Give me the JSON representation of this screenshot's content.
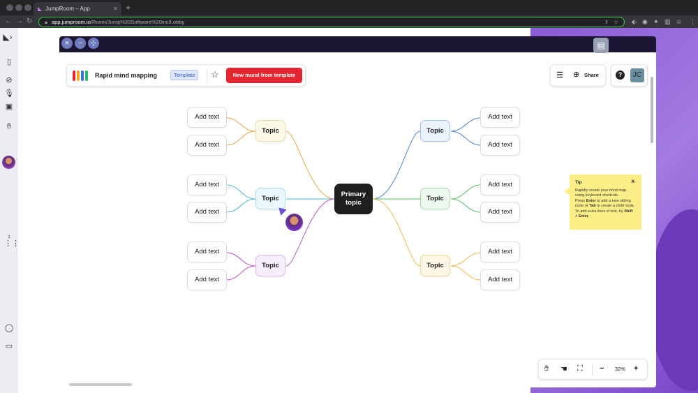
{
  "browser": {
    "tab_title": "JumpRoom – App",
    "tab_close": "×",
    "new_tab": "+",
    "url_host": "app.jumproom.io",
    "url_path": "/Room/Jump%20Software%20inc/Lobby"
  },
  "leftbar": {
    "page_indicator": "1"
  },
  "mural": {
    "title": "Rapid mind mapping",
    "template_badge": "Template",
    "new_mural_button": "New mural from template",
    "share_label": "Share",
    "help_label": "?",
    "user_initials": "JC"
  },
  "mindmap": {
    "primary": "Primary topic",
    "topic_label": "Topic",
    "add_text": "Add text",
    "colors": {
      "left_top": "#f2a24a",
      "left_mid": "#4ab8d8",
      "left_bot": "#c054c8",
      "right_top": "#4a7fd8",
      "right_mid": "#55c063",
      "right_bot": "#f2b64a"
    }
  },
  "tip": {
    "title": "Tip",
    "line1": "Rapidly create your mind map using keyboard shortcuts.",
    "line2a": "Press ",
    "enter": "Enter",
    "line2b": " to add a new sibling node or ",
    "tab": "Tab",
    "line2c": " to create a child node. To add extra lines of text, try ",
    "shift_enter": "Shift + Enter",
    "line2d": "."
  },
  "zoom": {
    "minus": "−",
    "value": "32%",
    "plus": "+"
  }
}
